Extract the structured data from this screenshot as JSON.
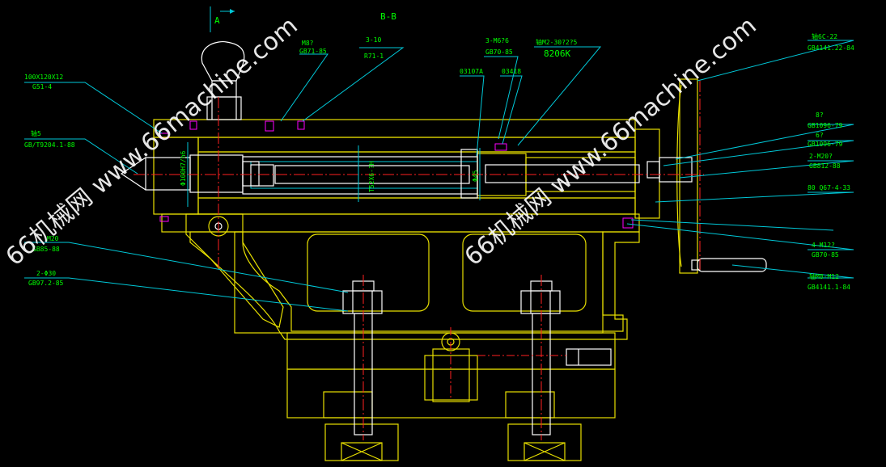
{
  "view": {
    "section_title": "B-B",
    "view_arrow_label": "A"
  },
  "labels": {
    "l1": "M8?",
    "l2": "GB71-85",
    "l3": "3-10",
    "l4": "R71-1",
    "l5": "3-M6?6",
    "l6": "GB70-85",
    "l7": "轴M2-30?2?5",
    "l8": "8206K",
    "l9": "轴6C-22",
    "l10": "GB4141.22-84",
    "l11": "100X120X12",
    "l12": "G51-4",
    "l13": "轴5",
    "l14": "GB/T9204.1-88",
    "l15": "03107A",
    "l16": "03418",
    "l17": "8?",
    "l18": "GB1096-79",
    "l19": "6?",
    "l20": "GB1096-79",
    "l21": "2-M20?",
    "l22": "GB812-88",
    "l23": "80 Q67-4-33",
    "l24": "4-M12?",
    "l25": "GB70-85",
    "l26": "轴M8-M12",
    "l27": "GB4141.1-84",
    "l28": "M20",
    "l29": "GB85-88",
    "l30": "2-Φ30",
    "l31": "GB97.2-85",
    "l32": "Φ100H7/h6",
    "l33": "T52X6-?H",
    "l34": "Φ45"
  },
  "watermarks": {
    "w1": "66机械网 www.66machine.com",
    "w2": "66机械网 www.66machine.com"
  },
  "colors": {
    "background": "#000000",
    "part_outline": "#e8e000",
    "leader_line": "#00c8d8",
    "center_line": "#ff2020",
    "label_text": "#00ff00",
    "fastener": "#ffffff"
  }
}
